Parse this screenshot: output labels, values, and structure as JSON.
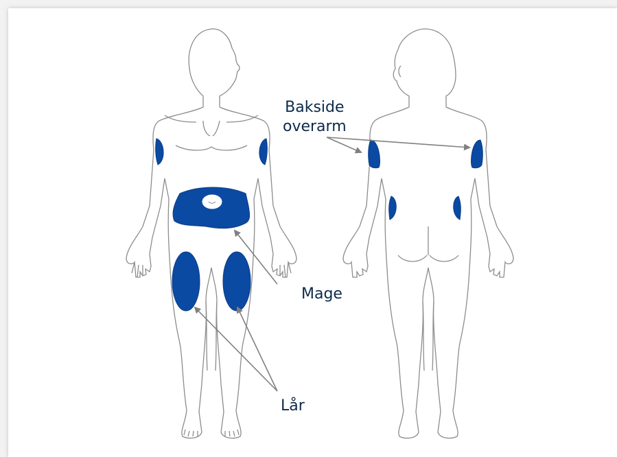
{
  "labels": {
    "bakside_line1": "Bakside",
    "bakside_line2": "overarm",
    "mage": "Mage",
    "lar": "Lår"
  },
  "colors": {
    "injection_area": "#0b4aa2",
    "outline": "#8c8c8c",
    "arrow": "#808080",
    "label_text": "#0d2a4a"
  }
}
